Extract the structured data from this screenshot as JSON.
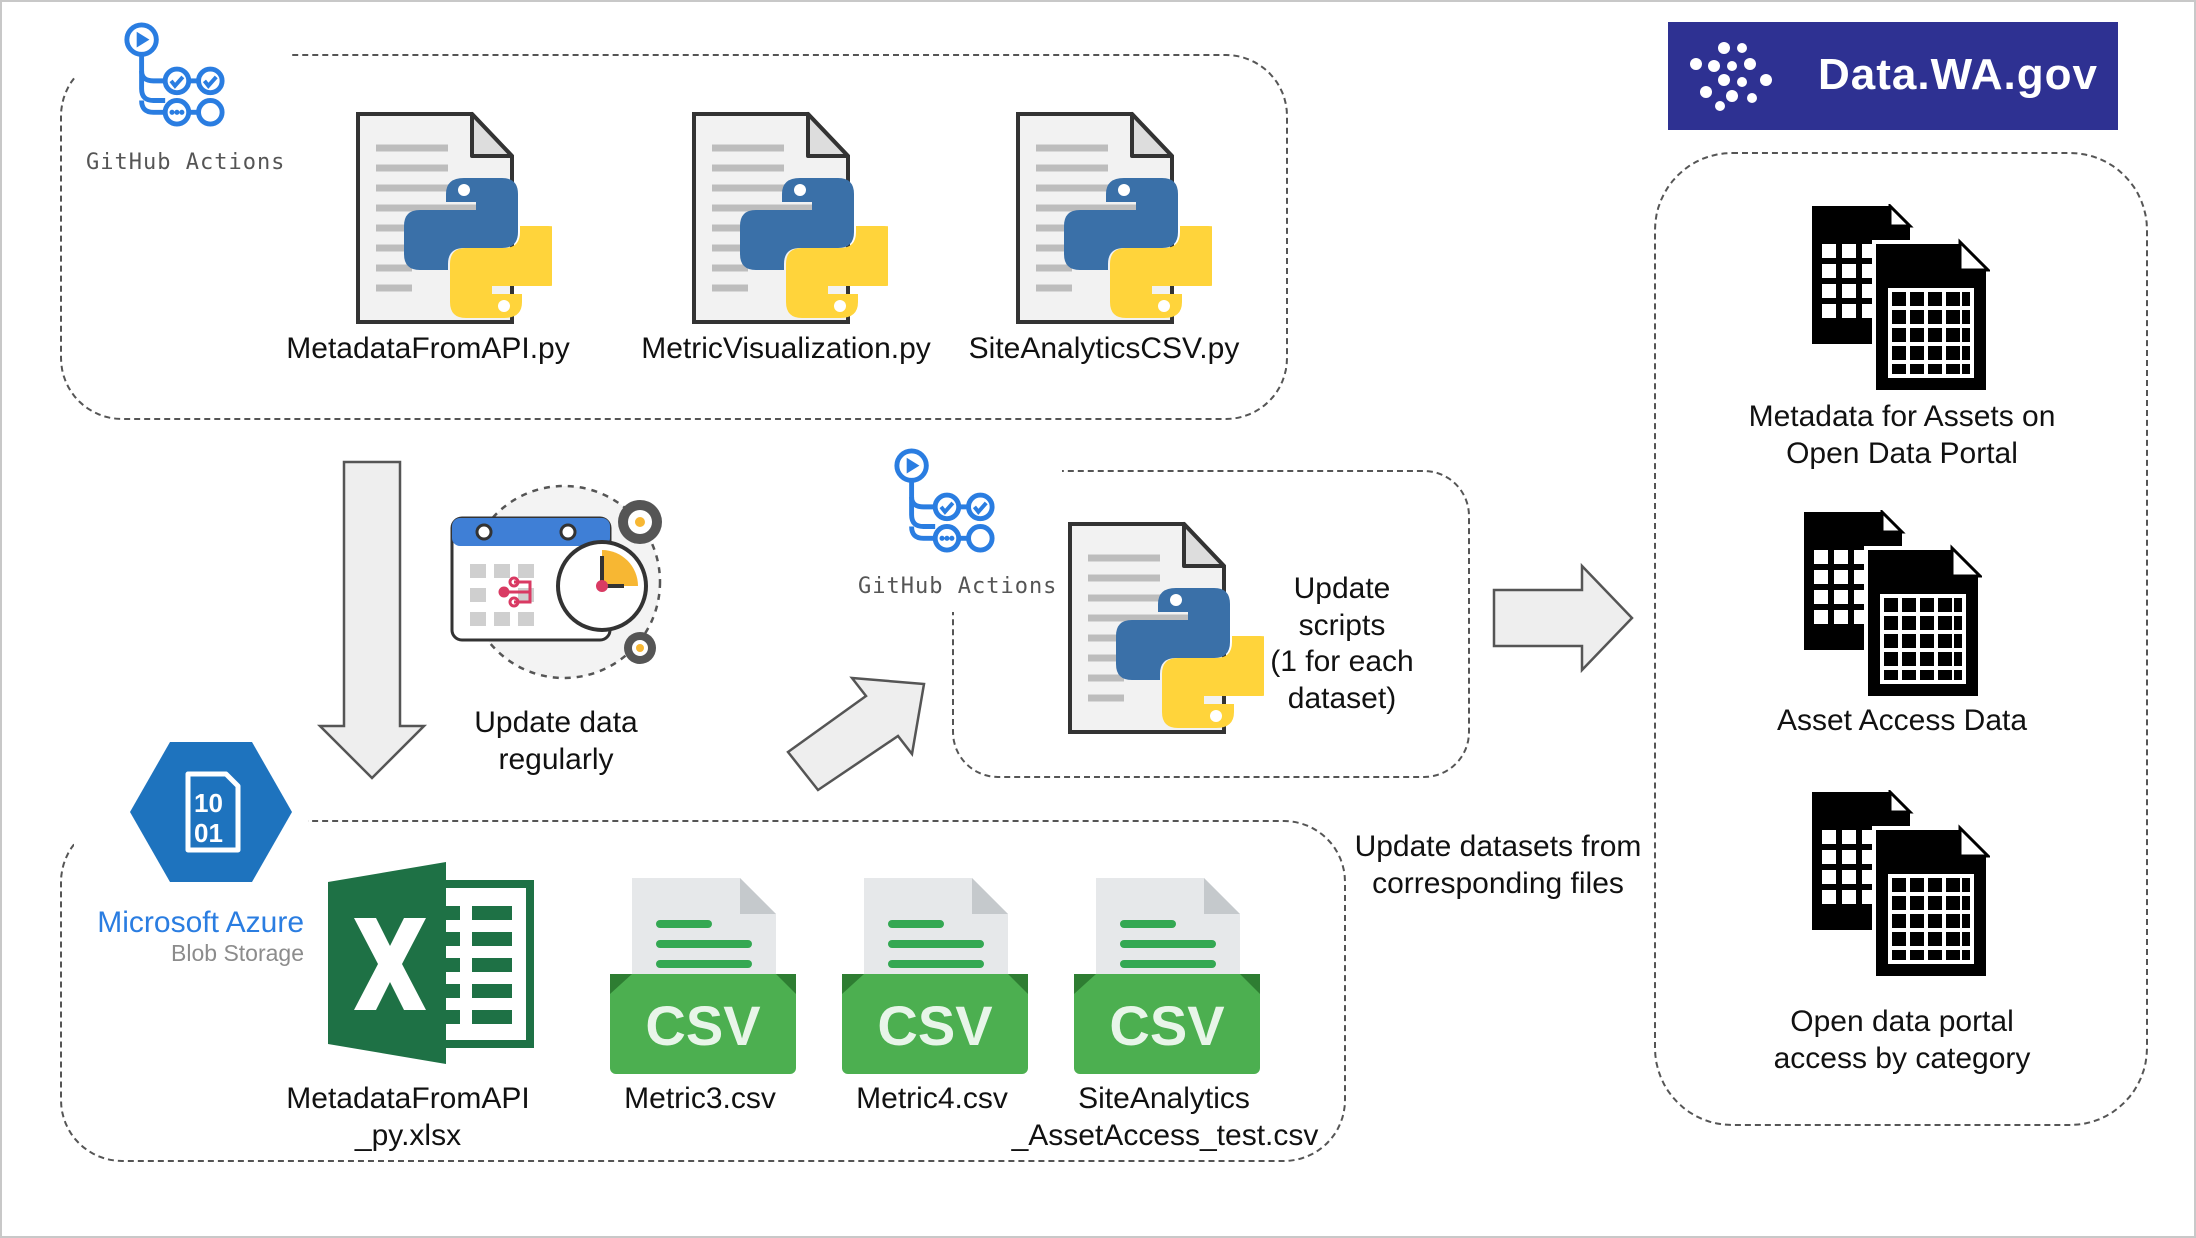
{
  "github_label": "GitHub Actions",
  "top_scripts": [
    "MetadataFromAPI.py",
    "MetricVisualization.py",
    "SiteAnalyticsCSV.py"
  ],
  "schedule_label": [
    "Update data",
    "regularly"
  ],
  "update_scripts_label": [
    "Update",
    "scripts",
    "(1 for each",
    "dataset)"
  ],
  "update_datasets_label": [
    "Update datasets from",
    "corresponding files"
  ],
  "azure": {
    "brand": "Microsoft Azure",
    "sub": "Blob Storage",
    "icon_text": [
      "10",
      "01"
    ]
  },
  "files": {
    "xlsx": [
      "MetadataFromAPI",
      "_py.xlsx"
    ],
    "csv_badge": "CSV",
    "csv": [
      [
        "Metric3.csv"
      ],
      [
        "Metric4.csv"
      ],
      [
        "SiteAnalytics",
        "_AssetAccess_test.csv"
      ]
    ]
  },
  "portal": {
    "logo_text": "Data.WA.gov",
    "outputs": [
      [
        "Metadata for Assets on",
        "Open Data Portal"
      ],
      [
        "Asset Access Data"
      ],
      [
        "Open data portal",
        "access by category"
      ]
    ]
  },
  "colors": {
    "github_blue": "#2a7de1",
    "azure_blue": "#1e73be",
    "excel_green": "#1e7145",
    "csv_green": "#34a853",
    "portal_navy": "#2e3192",
    "python_blue": "#3a70a8",
    "python_yellow": "#ffd43b"
  }
}
